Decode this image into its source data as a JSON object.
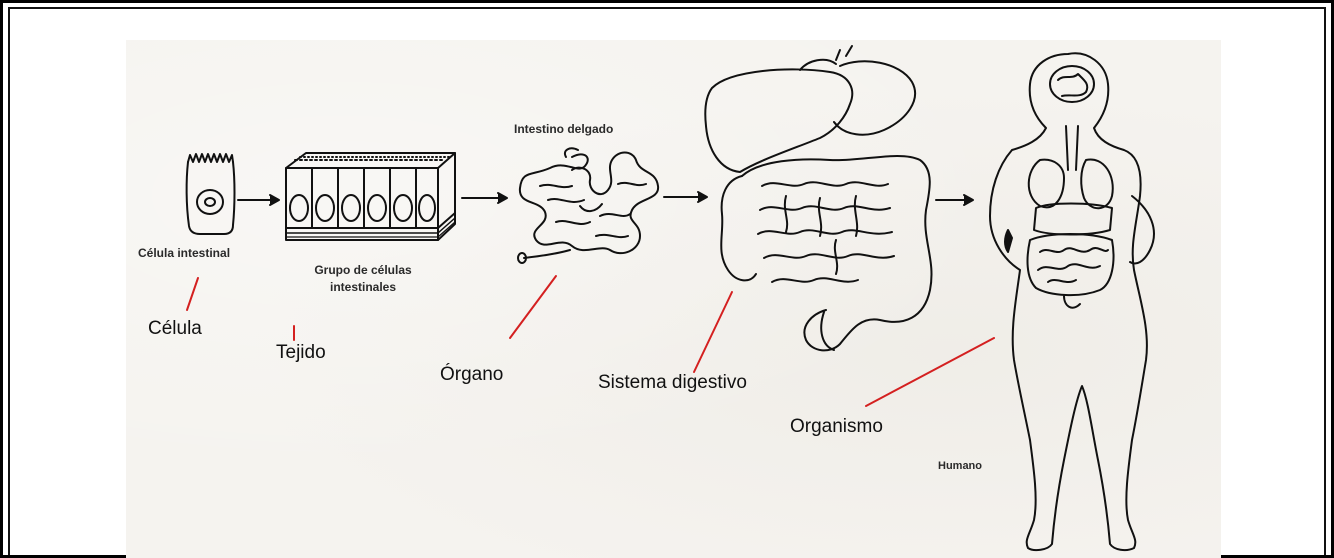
{
  "labels": {
    "celula_intestinal": "Célula intestinal",
    "grupo_celulas": "Grupo de células intestinales",
    "intestino_delgado": "Intestino delgado",
    "humano": "Humano"
  },
  "levels": {
    "celula": "Célula",
    "tejido": "Tejido",
    "organo": "Órgano",
    "sistema": "Sistema digestivo",
    "organismo": "Organismo"
  },
  "colors": {
    "annotation_line": "#d42020",
    "ink": "#111111",
    "paper": "#f5f3ef"
  }
}
